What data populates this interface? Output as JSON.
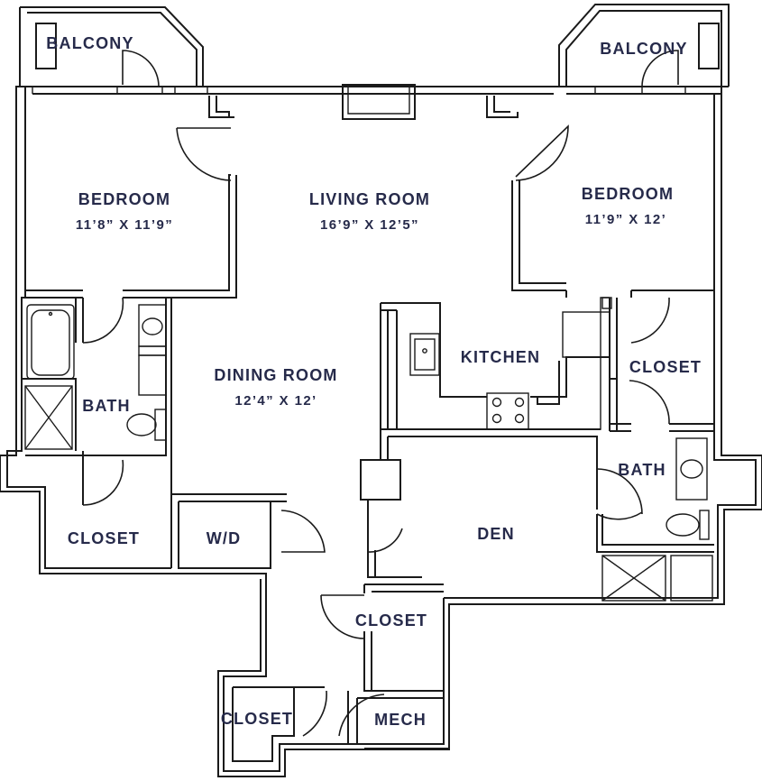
{
  "colors": {
    "ink": "#262a4a",
    "walls": "#1a1a1a",
    "background": "#ffffff"
  },
  "rooms": {
    "balcony_left": {
      "label": "BALCONY"
    },
    "balcony_right": {
      "label": "BALCONY"
    },
    "bedroom_left": {
      "label": "BEDROOM",
      "dimensions": "11’8” X 11’9”"
    },
    "living_room": {
      "label": "LIVING ROOM",
      "dimensions": "16’9” X 12’5”"
    },
    "bedroom_right": {
      "label": "BEDROOM",
      "dimensions": "11’9” X 12’"
    },
    "kitchen": {
      "label": "KITCHEN"
    },
    "closet_right": {
      "label": "CLOSET"
    },
    "bath_left": {
      "label": "BATH"
    },
    "dining_room": {
      "label": "DINING ROOM",
      "dimensions": "12’4” X 12’"
    },
    "bath_right": {
      "label": "BATH"
    },
    "den": {
      "label": "DEN"
    },
    "closet_left": {
      "label": "CLOSET"
    },
    "wd": {
      "label": "W/D"
    },
    "closet_center": {
      "label": "CLOSET"
    },
    "closet_bottom": {
      "label": "CLOSET"
    },
    "mech": {
      "label": "MECH"
    }
  }
}
